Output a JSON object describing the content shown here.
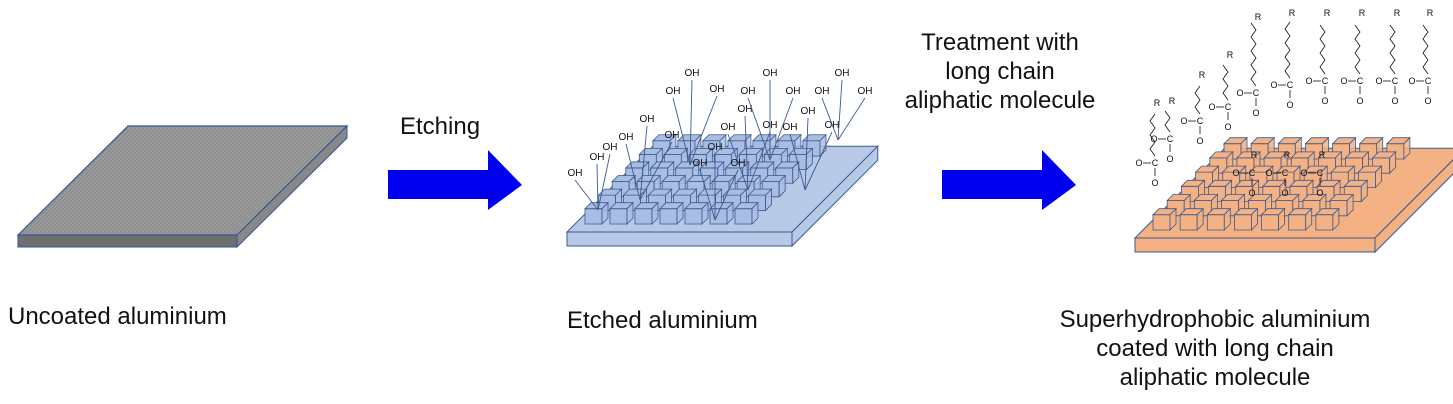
{
  "step1": {
    "caption": "Uncoated aluminium"
  },
  "arrow1": {
    "label": "Etching"
  },
  "step2": {
    "caption": "Etched aluminium",
    "group_label": "OH"
  },
  "arrow2": {
    "label_lines": [
      "Treatment with",
      "long chain",
      "aliphatic molecule"
    ]
  },
  "step3": {
    "caption_lines": [
      "Superhydrophobic aluminium",
      "coated with long chain",
      "aliphatic molecule"
    ],
    "chain_end_label": "R",
    "carbonyl_oxygen_label": "O",
    "carbon_label": "C",
    "ester_oxygen_label": "O"
  },
  "colors": {
    "plate_top": "#9b9b9b",
    "plate_side": "#7a7a7a",
    "etched_plate": "#b8c9e8",
    "etched_cube": "#a9bde3",
    "coated_plate": "#f4b183",
    "coated_cube": "#f4b183",
    "arrow": "#0000ee",
    "outline": "#3b5a8f"
  }
}
